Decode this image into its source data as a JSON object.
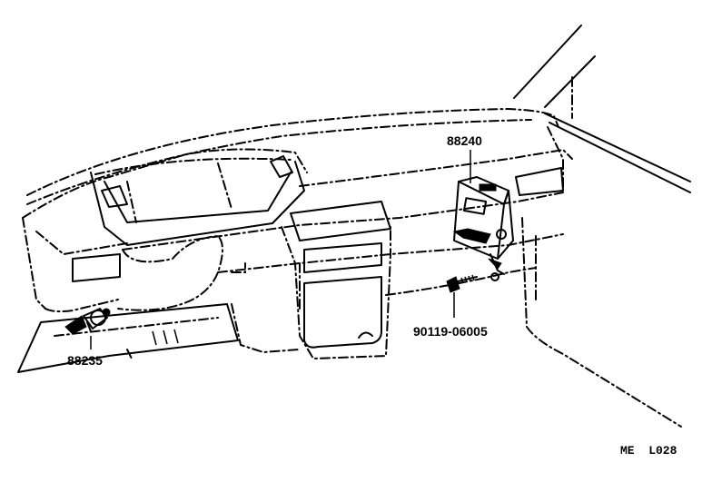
{
  "parts": [
    {
      "id": "relay",
      "number": "88240"
    },
    {
      "id": "switch",
      "number": "88235"
    },
    {
      "id": "bolt",
      "number": "90119-06005"
    }
  ],
  "figure_code": "ME  L028"
}
